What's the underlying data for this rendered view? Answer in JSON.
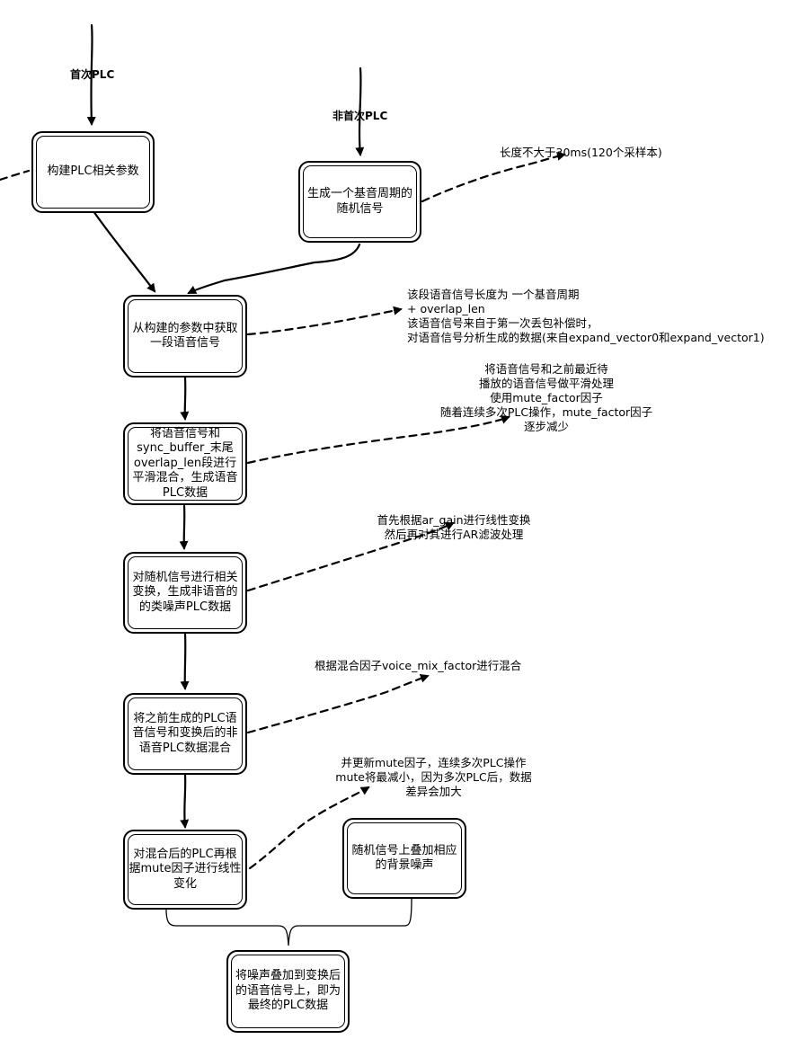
{
  "edge_labels": {
    "first_plc": "首次PLC",
    "non_first_plc": "非首次PLC"
  },
  "nodes": {
    "build_params": "构建PLC相关参数",
    "gen_random": "生成一个基音周期的\n随机信号",
    "get_voice": "从构建的参数中获取\n一段语音信号",
    "mix_sync": "将语音信号和\nsync_buffer_末尾\noverlap_len段进行\n平滑混合，生成语音\nPLC数据",
    "transform_random": "对随机信号进行相关\n变换，生成非语音的\n的类噪声PLC数据",
    "mix_plc": "将之前生成的PLC语\n音信号和变换后的非\n语音PLC数据混合",
    "mute_change": "对混合后的PLC再根\n据mute因子进行线性\n变化",
    "bg_noise": "随机信号上叠加相应\n的背景噪声",
    "final": "将噪声叠加到变换后\n的语音信号上，即为\n最终的PLC数据"
  },
  "notes": {
    "length": "长度不大于30ms(120个采样本)",
    "voice_len": "该段语音信号长度为 一个基音周期\n + overlap_len\n该语音信号来自于第一次丢包补偿时，\n对语音信号分析生成的数据(来自expand_vector0和expand_vector1)",
    "smooth": "将语音信号和之前最近待\n播放的语音信号做平滑处理\n使用mute_factor因子\n随着连续多次PLC操作，mute_factor因子\n逐步减少",
    "ar_gain": "首先根据ar_gain进行线性变换\n然后再对其进行AR滤波处理",
    "mix_factor": "根据混合因子voice_mix_factor进行混合",
    "update_mute": "并更新mute因子，连续多次PLC操作\nmute将最减小，因为多次PLC后，数据\n差异会加大"
  }
}
